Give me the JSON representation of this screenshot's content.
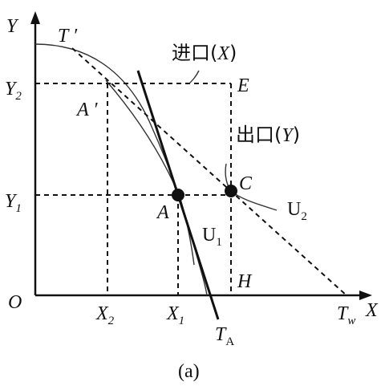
{
  "diagram": {
    "axis_labels": {
      "y": "Y",
      "x": "X",
      "origin": "O"
    },
    "tick_labels": {
      "y2": {
        "base": "Y",
        "sub": "2"
      },
      "y1": {
        "base": "Y",
        "sub": "1"
      },
      "x2": {
        "base": "X",
        "sub": "2"
      },
      "x1": {
        "base": "X",
        "sub": "1"
      }
    },
    "point_labels": {
      "t_prime": "T ′",
      "a_prime": "A ′",
      "a": "A",
      "c": "C",
      "e": "E",
      "h": "H",
      "ta": {
        "base": "T",
        "sub": "A"
      },
      "tw": {
        "base": "T",
        "sub": "w"
      }
    },
    "curve_labels": {
      "u1": {
        "base": "U",
        "sub": "1"
      },
      "u2": {
        "base": "U",
        "sub": "2"
      }
    },
    "annotations": {
      "import": {
        "cn": "进口(",
        "var": "X",
        "close": ")"
      },
      "export": {
        "cn": "出口(",
        "var": "Y",
        "close": ")"
      }
    },
    "caption": "(a)"
  }
}
